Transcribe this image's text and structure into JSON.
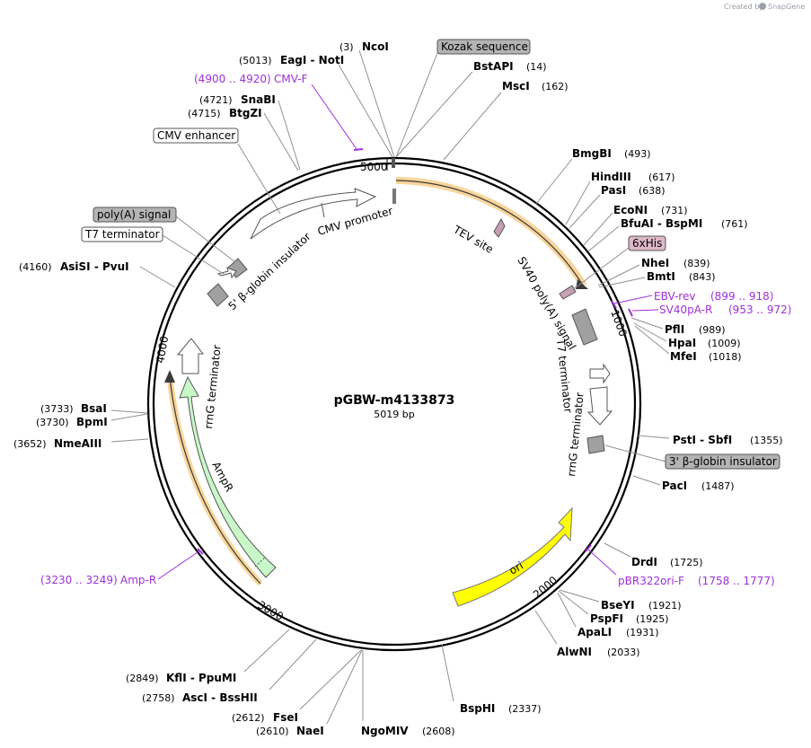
{
  "credit": {
    "prefix": "Created by",
    "brand": "SnapGene"
  },
  "plasmid": {
    "name": "pGBW-m4133873",
    "size_label": "5019 bp",
    "length": 5019
  },
  "ticks": [
    {
      "label": "1000",
      "bp": 1000
    },
    {
      "label": "2000",
      "bp": 2000
    },
    {
      "label": "3000",
      "bp": 3000
    },
    {
      "label": "4000",
      "bp": 4000
    },
    {
      "label": "5000",
      "bp": 5000
    }
  ],
  "features": [
    {
      "name": "CMV enhancer",
      "kind": "box",
      "color": "#ffffff"
    },
    {
      "name": "CMV promoter",
      "kind": "arrow",
      "color": "#ffffff"
    },
    {
      "name": "Kozak sequence",
      "kind": "box",
      "color": "#b4b4b4"
    },
    {
      "name": "TEV site",
      "kind": "arrow",
      "color": "#c8a0b4"
    },
    {
      "name": "6xHis",
      "kind": "box",
      "color": "#c8a0b4"
    },
    {
      "name": "SV40 poly(A) signal",
      "kind": "box",
      "color": "#a0a0a0"
    },
    {
      "name": "T7 terminator",
      "kind": "arrow",
      "color": "#ffffff"
    },
    {
      "name": "rrnG terminator",
      "kind": "arrow",
      "color": "#ffffff"
    },
    {
      "name": "3' β-globin insulator",
      "kind": "box",
      "color": "#b4b4b4"
    },
    {
      "name": "ori",
      "kind": "arrow",
      "color": "#ffff00"
    },
    {
      "name": "AmpR",
      "kind": "arrow",
      "color": "#c8f0c8"
    },
    {
      "name": "rrnG terminator",
      "kind": "arrow",
      "color": "#ffffff"
    },
    {
      "name": "5' β-globin insulator",
      "kind": "box",
      "color": "#b4b4b4"
    },
    {
      "name": "poly(A) signal",
      "kind": "box",
      "color": "#b4b4b4"
    },
    {
      "name": "T7 terminator",
      "kind": "arrow",
      "color": "#ffffff"
    }
  ],
  "enzymes": [
    {
      "pos": "(3)",
      "name": "NcoI"
    },
    {
      "pos": "(14)",
      "name": "BstAPI"
    },
    {
      "pos": "(162)",
      "name": "MscI"
    },
    {
      "pos": "(493)",
      "name": "BmgBI"
    },
    {
      "pos": "(617)",
      "name": "HindIII"
    },
    {
      "pos": "(638)",
      "name": "PasI"
    },
    {
      "pos": "(731)",
      "name": "EcoNI"
    },
    {
      "pos": "(761)",
      "name": "BfuAI  -  BspMI"
    },
    {
      "pos": "(839)",
      "name": "NheI"
    },
    {
      "pos": "(843)",
      "name": "BmtI"
    },
    {
      "pos": "(989)",
      "name": "PflI"
    },
    {
      "pos": "(1009)",
      "name": "HpaI"
    },
    {
      "pos": "(1018)",
      "name": "MfeI"
    },
    {
      "pos": "(1355)",
      "name": "PstI  -  SbfI"
    },
    {
      "pos": "(1487)",
      "name": "PacI"
    },
    {
      "pos": "(1725)",
      "name": "DrdI"
    },
    {
      "pos": "(1921)",
      "name": "BseYI"
    },
    {
      "pos": "(1925)",
      "name": "PspFI"
    },
    {
      "pos": "(1931)",
      "name": "ApaLI"
    },
    {
      "pos": "(2033)",
      "name": "AlwNI"
    },
    {
      "pos": "(2337)",
      "name": "BspHI"
    },
    {
      "pos": "(2608)",
      "name": "NgoMIV"
    },
    {
      "pos": "(2610)",
      "name": "NaeI"
    },
    {
      "pos": "(2612)",
      "name": "FseI"
    },
    {
      "pos": "(2758)",
      "name": "AscI  -  BssHII"
    },
    {
      "pos": "(2849)",
      "name": "KflI  -  PpuMI"
    },
    {
      "pos": "(3652)",
      "name": "NmeAIII"
    },
    {
      "pos": "(3730)",
      "name": "BpmI"
    },
    {
      "pos": "(3733)",
      "name": "BsaI"
    },
    {
      "pos": "(4160)",
      "name": "AsiSI  -  PvuI"
    },
    {
      "pos": "(4715)",
      "name": "BtgZI"
    },
    {
      "pos": "(4721)",
      "name": "SnaBI"
    },
    {
      "pos": "(5013)",
      "name": "EagI  -  NotI"
    }
  ],
  "primers": [
    {
      "name": "CMV-F",
      "range": "(4900 .. 4920)"
    },
    {
      "name": "EBV-rev",
      "range": "(899 .. 918)"
    },
    {
      "name": "SV40pA-R",
      "range": "(953 .. 972)"
    },
    {
      "name": "pBR322ori-F",
      "range": "(1758 .. 1777)"
    },
    {
      "name": "Amp-R",
      "range": "(3230 .. 3249)"
    }
  ]
}
